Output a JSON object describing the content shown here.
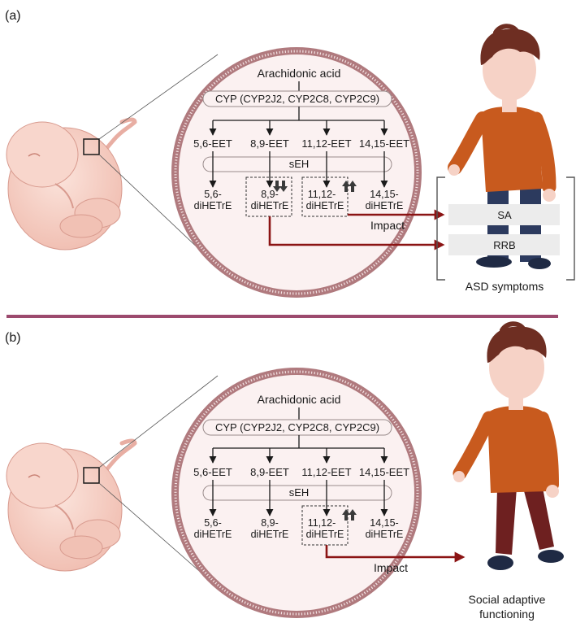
{
  "panel_a": {
    "label": "(a)",
    "pathway": {
      "substrate": "Arachidonic acid",
      "enzyme_cyp": "CYP (CYP2J2, CYP2C8, CYP2C9)",
      "enzyme_seh": "sEH",
      "eets": [
        "5,6-EET",
        "8,9-EET",
        "11,12-EET",
        "14,15-EET"
      ],
      "diols": [
        {
          "line1": "5,6-",
          "line2": "diHETrE"
        },
        {
          "line1": "8,9-",
          "line2": "diHETrE"
        },
        {
          "line1": "11,12-",
          "line2": "diHETrE"
        },
        {
          "line1": "14,15-",
          "line2": "diHETrE"
        }
      ]
    },
    "impact_label": "Impact",
    "symptom_sa": "SA",
    "symptom_rrb": "RRB",
    "symptoms_caption": "ASD symptoms"
  },
  "panel_b": {
    "label": "(b)",
    "pathway": {
      "substrate": "Arachidonic acid",
      "enzyme_cyp": "CYP (CYP2J2, CYP2C8, CYP2C9)",
      "enzyme_seh": "sEH",
      "eets": [
        "5,6-EET",
        "8,9-EET",
        "11,12-EET",
        "14,15-EET"
      ],
      "diols": [
        {
          "line1": "5,6-",
          "line2": "diHETrE"
        },
        {
          "line1": "8,9-",
          "line2": "diHETrE"
        },
        {
          "line1": "11,12-",
          "line2": "diHETrE"
        },
        {
          "line1": "14,15-",
          "line2": "diHETrE"
        }
      ]
    },
    "impact_label": "Impact",
    "outcome_line1": "Social adaptive",
    "outcome_line2": "functioning"
  },
  "colors": {
    "arrow_red": "#8b1414",
    "circle_ring": "#b07a7e",
    "circle_fill": "#fbf1f1",
    "divider": "#9c4a6e",
    "shirt": "#c85a1e",
    "hair": "#6e2e22",
    "skin": "#f6d2c6",
    "pants_a": "#2c3a5e",
    "pants_b": "#6e2020"
  }
}
